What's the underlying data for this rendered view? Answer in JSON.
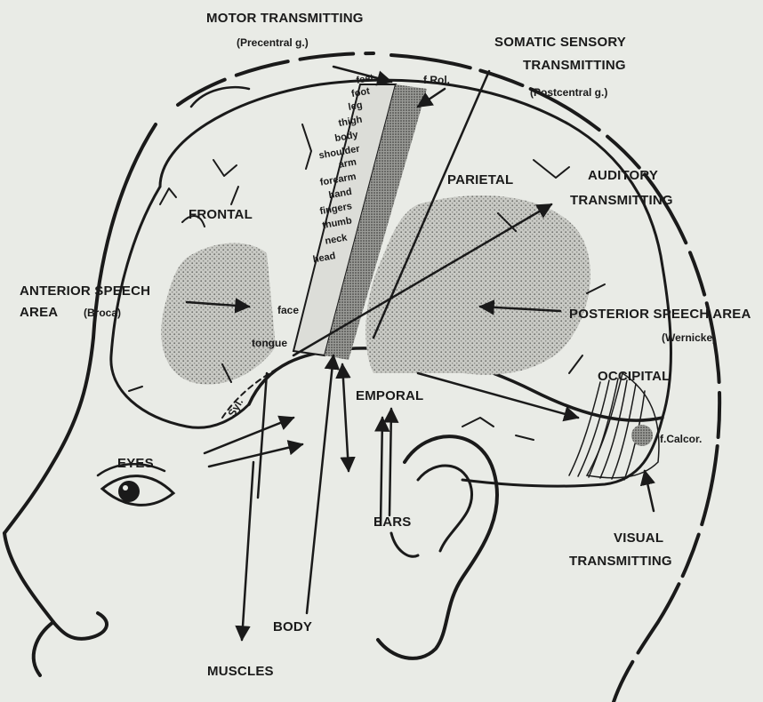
{
  "colors": {
    "background": "#e9ebe6",
    "ink": "#1a1a1a",
    "stipple": "#b9bab6"
  },
  "labels": {
    "motor_title": "MOTOR TRANSMITTING",
    "motor_sub": "(Precentral g.)",
    "somatic_title_1": "SOMATIC SENSORY",
    "somatic_title_2": "TRANSMITTING",
    "somatic_sub": "(Postcentral g.)",
    "frol": "f.Rol.",
    "parietal": "PARIETAL",
    "auditory_1": "AUDITORY",
    "auditory_2": "TRANSMITTING",
    "frontal": "FRONTAL",
    "anterior_1": "ANTERIOR SPEECH",
    "anterior_2": "AREA",
    "anterior_sub": "(Broca)",
    "posterior_1": "POSTERIOR SPEECH AREA",
    "posterior_sub": "(Wernicke)",
    "occipital": "OCCIPITAL",
    "temporal": "EMPORAL",
    "fcalcor": "f.Calcor.",
    "eyes": "EYES",
    "ears": "EARS",
    "visual_1": "VISUAL",
    "visual_2": "TRANSMITTING",
    "body": "BODY",
    "muscles": "MUSCLES",
    "syl": "Syl."
  },
  "homunculus": [
    "feet",
    "foot",
    "leg",
    "thigh",
    "body",
    "shoulder",
    "arm",
    "forearm",
    "hand",
    "fingers",
    "thumb",
    "neck",
    "head",
    "face",
    "tongue"
  ]
}
